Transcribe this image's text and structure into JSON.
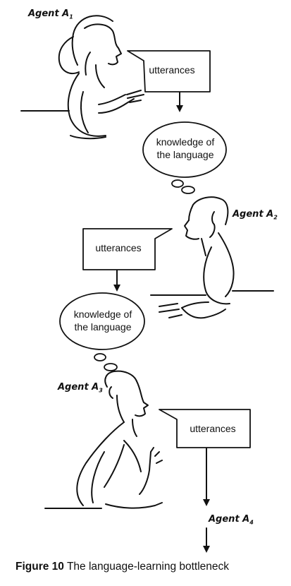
{
  "agents": [
    {
      "label": "Agent A",
      "sub": "1"
    },
    {
      "label": "Agent A",
      "sub": "2"
    },
    {
      "label": "Agent A",
      "sub": "3"
    },
    {
      "label": "Agent A",
      "sub": "4"
    }
  ],
  "speech": [
    "utterances",
    "utterances",
    "utterances"
  ],
  "thoughts": [
    {
      "line1": "knowledge of",
      "line2": "the language"
    },
    {
      "line1": "knowledge of",
      "line2": "the language"
    }
  ],
  "caption": {
    "prefix": "Figure 10",
    "text": "The language-learning bottleneck"
  },
  "colors": {
    "ink": "#111111",
    "background": "#ffffff"
  }
}
